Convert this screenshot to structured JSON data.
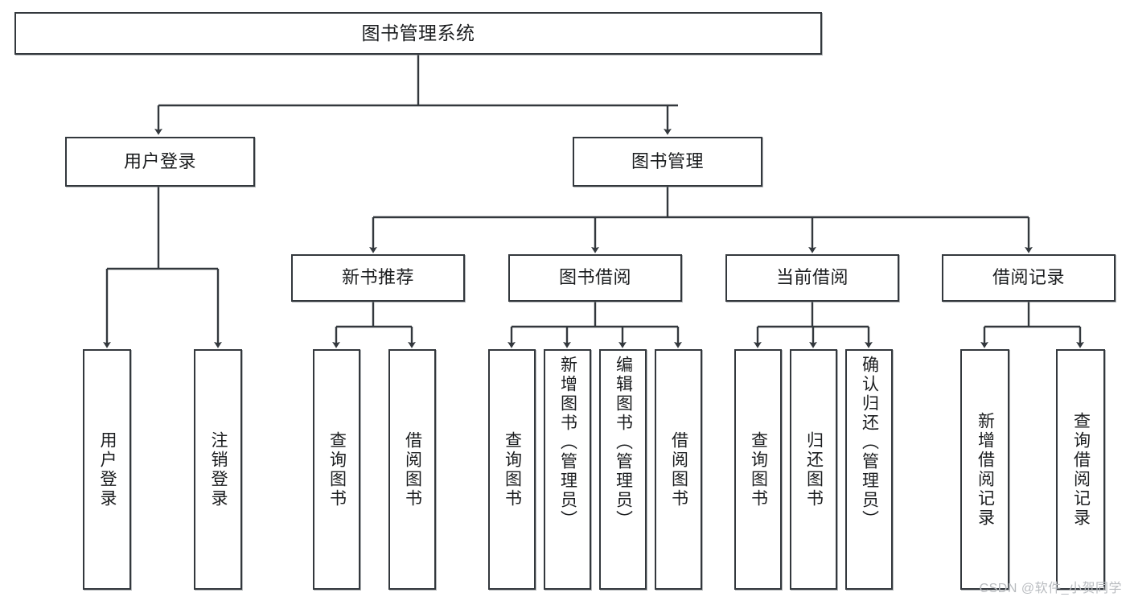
{
  "diagram": {
    "title": "图书管理系统",
    "type": "hierarchy-tree",
    "colors": {
      "node_border": "#33383d",
      "node_fill": "#ffffff",
      "edge": "#33383d",
      "text": "#1b1d1f",
      "watermark": "#b9bcc0",
      "background": "#ffffff"
    },
    "root": {
      "label": "图书管理系统"
    },
    "level2": [
      {
        "id": "user-login",
        "label": "用户登录"
      },
      {
        "id": "book-manage",
        "label": "图书管理"
      }
    ],
    "level3": [
      {
        "id": "new-book-recommend",
        "label": "新书推荐"
      },
      {
        "id": "book-borrow",
        "label": "图书借阅"
      },
      {
        "id": "current-borrow",
        "label": "当前借阅"
      },
      {
        "id": "borrow-record",
        "label": "借阅记录"
      }
    ],
    "leaves": {
      "user_login": [
        {
          "id": "leaf-user-login",
          "label": "用户登录"
        },
        {
          "id": "leaf-logout-login",
          "label": "注销登录"
        }
      ],
      "new_book_recommend": [
        {
          "id": "leaf-query-book-1",
          "label": "查询图书"
        },
        {
          "id": "leaf-borrow-book-1",
          "label": "借阅图书"
        }
      ],
      "book_borrow": [
        {
          "id": "leaf-query-book-2",
          "label": "查询图书"
        },
        {
          "id": "leaf-add-book-admin",
          "label": "新增图书（管理员）"
        },
        {
          "id": "leaf-edit-book-admin",
          "label": "编辑图书（管理员）"
        },
        {
          "id": "leaf-borrow-book-2",
          "label": "借阅图书"
        }
      ],
      "current_borrow": [
        {
          "id": "leaf-query-book-3",
          "label": "查询图书"
        },
        {
          "id": "leaf-return-book",
          "label": "归还图书"
        },
        {
          "id": "leaf-confirm-return-admin",
          "label": "确认归还（管理员）"
        }
      ],
      "borrow_record": [
        {
          "id": "leaf-add-borrow-record",
          "label": "新增借阅记录"
        },
        {
          "id": "leaf-query-borrow-record",
          "label": "查询借阅记录"
        }
      ]
    },
    "watermark": "CSDN @软件_小贺同学"
  }
}
